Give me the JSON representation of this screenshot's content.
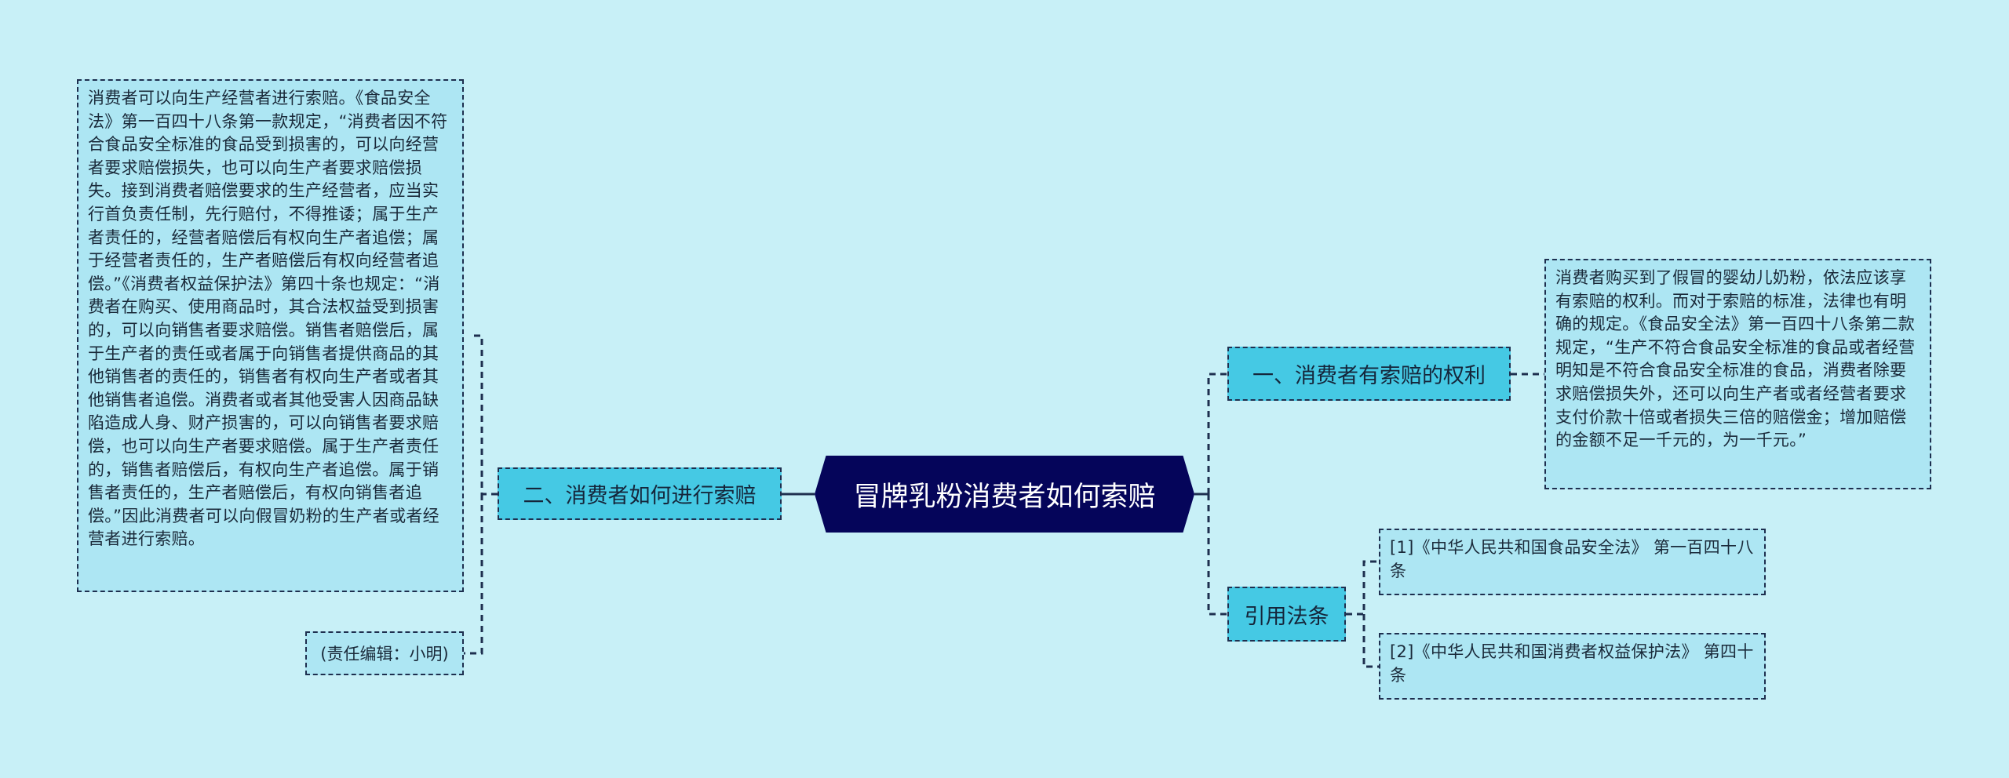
{
  "center": {
    "title": "冒牌乳粉消费者如何索赔"
  },
  "branches": [
    {
      "label": "一、消费者有索赔的权利",
      "detail": "消费者购买到了假冒的婴幼儿奶粉，依法应该享有索赔的权利。而对于索赔的标准，法律也有明确的规定。《食品安全法》第一百四十八条第二款规定，“生产不符合食品安全标准的食品或者经营明知是不符合食品安全标准的食品，消费者除要求赔偿损失外，还可以向生产者或者经营者要求支付价款十倍或者损失三倍的赔偿金；增加赔偿的金额不足一千元的，为一千元。”"
    },
    {
      "label": "二、消费者如何进行索赔",
      "detail": "消费者可以向生产经营者进行索赔。《食品安全法》第一百四十八条第一款规定，“消费者因不符合食品安全标准的食品受到损害的，可以向经营者要求赔偿损失，也可以向生产者要求赔偿损失。接到消费者赔偿要求的生产经营者，应当实行首负责任制，先行赔付，不得推诿；属于生产者责任的，经营者赔偿后有权向生产者追偿；属于经营者责任的，生产者赔偿后有权向经营者追偿。”《消费者权益保护法》第四十条也规定：“消费者在购买、使用商品时，其合法权益受到损害的，可以向销售者要求赔偿。销售者赔偿后，属于生产者的责任或者属于向销售者提供商品的其他销售者的责任的，销售者有权向生产者或者其他销售者追偿。消费者或者其他受害人因商品缺陷造成人身、财产损害的，可以向销售者要求赔偿，也可以向生产者要求赔偿。属于生产者责任的，销售者赔偿后，有权向生产者追偿。属于销售者责任的，生产者赔偿后，有权向销售者追偿。”因此消费者可以向假冒奶粉的生产者或者经营者进行索赔。",
      "editor": "(责任编辑：小明)"
    },
    {
      "label": "引用法条",
      "refs": [
        "[1]《中华人民共和国食品安全法》 第一百四十八条",
        "[2]《中华人民共和国消费者权益保护法》 第四十条"
      ]
    }
  ],
  "colors": {
    "background": "#c8f0f7",
    "center": "#05055a",
    "branch": "#45c9e4",
    "leaf": "#ade6f3",
    "line": "#1e2f4f"
  }
}
